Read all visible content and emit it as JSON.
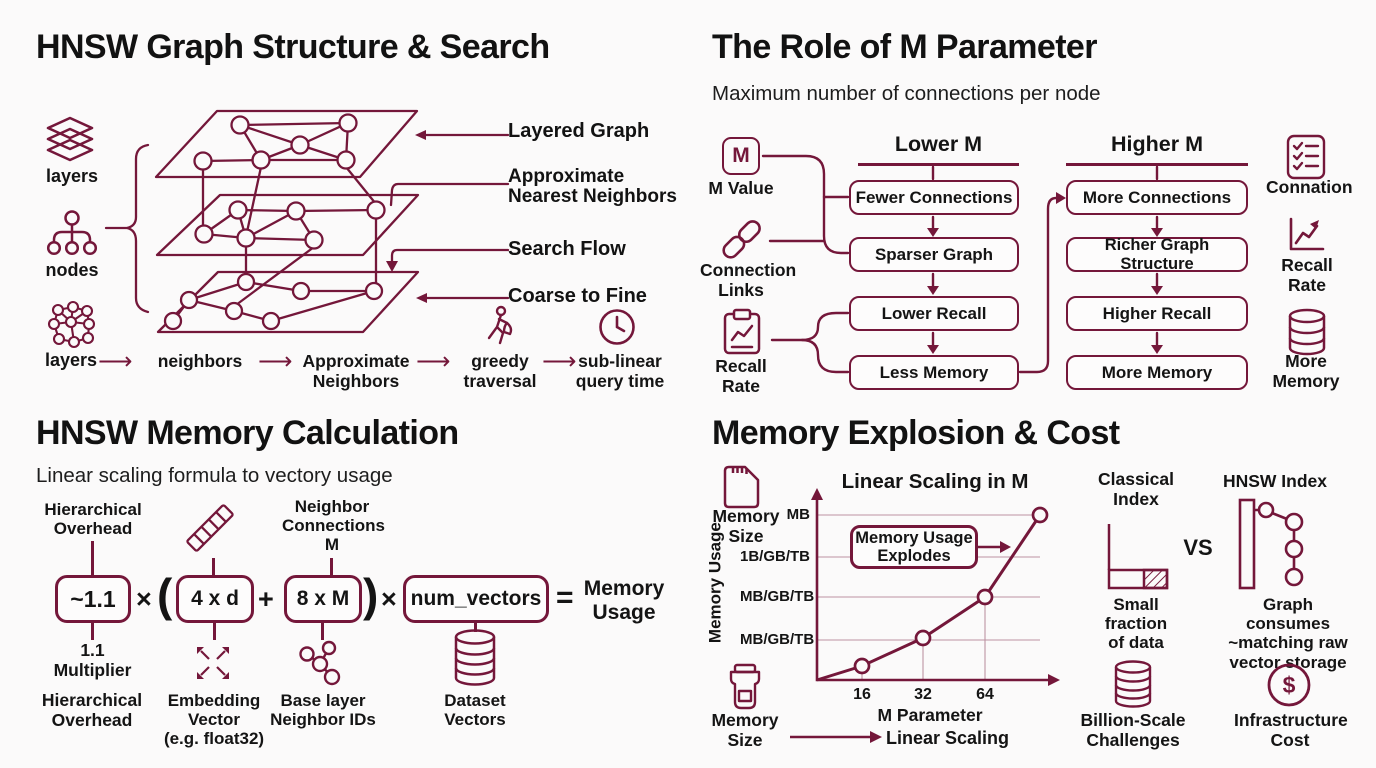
{
  "palette": {
    "accent": "#74173A",
    "ink": "#141414",
    "background": "#FBFAFA"
  },
  "graph_search": {
    "title": "HNSW Graph Structure & Search",
    "layers_top_label": "layers",
    "nodes_label": "nodes",
    "layers_bottom_label": "layers",
    "callout_layered_graph": "Layered Graph",
    "callout_ann": "Approximate\nNearest Neighbors",
    "callout_search_flow": "Search Flow",
    "callout_coarse_fine": "Coarse to Fine",
    "flow_arrow": "⟶",
    "flow_neighbors": "neighbors",
    "flow_approx": "Approximate\nNeighbors",
    "flow_greedy": "greedy\ntraversal",
    "flow_sublinear": "sub-linear\nquery time"
  },
  "m_parameter": {
    "title": "The Role of M Parameter",
    "subtitle": "Maximum number of connections per node",
    "m_badge": "M",
    "m_value_label": "M Value",
    "connection_links_label": "Connection\nLinks",
    "recall_rate_left_label": "Recall\nRate",
    "lower_header": "Lower M",
    "higher_header": "Higher M",
    "lower_boxes": [
      "Fewer Connections",
      "Sparser Graph",
      "Lower Recall",
      "Less Memory"
    ],
    "higher_boxes": [
      "More Connections",
      "Richer Graph Structure",
      "Higher Recall",
      "More Memory"
    ],
    "connation_label": "Connation",
    "recall_rate_right_label": "Recall\nRate",
    "more_memory_label": "More\nMemory"
  },
  "memory_calc": {
    "title": "HNSW Memory Calculation",
    "subtitle": "Linear scaling formula to vectory usage",
    "hier_overhead_top": "Hierarchical\nOverhead",
    "neighbor_conn_top": "Neighbor\nConnections\nM",
    "term_multiplier": "~1.1",
    "op_times1": "×",
    "paren_open": "(",
    "term_4xd": "4 x d",
    "op_plus": "+",
    "term_8xm": "8 x M",
    "paren_close": ")",
    "op_times2": "×",
    "term_num_vectors": "num_vectors",
    "op_equals": "=",
    "result": "Memory\nUsage",
    "multiplier_label": "1.1\nMultiplier",
    "hier_overhead_bottom": "Hierarchical\nOverhead",
    "embedding_label": "Embedding\nVector\n(e.g. float32)",
    "base_layer_label": "Base layer\nNeighbor IDs",
    "dataset_label": "Dataset\nVectors"
  },
  "memory_cost": {
    "title": "Memory Explosion & Cost",
    "memory_size_top": "Memory\nSize",
    "memory_size_bottom": "Memory\nSize",
    "linear_scaling_caption": "Linear Scaling",
    "classical_header": "Classical\nIndex",
    "vs": "VS",
    "hnsw_header": "HNSW Index",
    "classical_caption": "Small fraction\nof data",
    "hnsw_caption": "Graph consumes\n~matching raw\nvector storage",
    "billion_label": "Billion-Scale\nChallenges",
    "infra_label": "Infrastructure\nCost",
    "dollar": "$"
  },
  "chart_data": {
    "type": "line",
    "title": "Linear Scaling in M",
    "xlabel": "M Parameter",
    "ylabel": "Memory Usage",
    "x_tick_labels": [
      "16",
      "32",
      "64"
    ],
    "y_tick_labels": [
      "MB",
      "1B/GB/TB",
      "MB/GB/TB",
      "MB/GB/TB"
    ],
    "annotation": "Memory Usage\nExplodes",
    "points": [
      {
        "x": 16,
        "y_level": 0.1
      },
      {
        "x": 32,
        "y_level": 0.3
      },
      {
        "x": 64,
        "y_level": 0.55
      },
      {
        "x": 96,
        "y_level": 1.0
      }
    ],
    "grid": true,
    "legend": "none"
  }
}
